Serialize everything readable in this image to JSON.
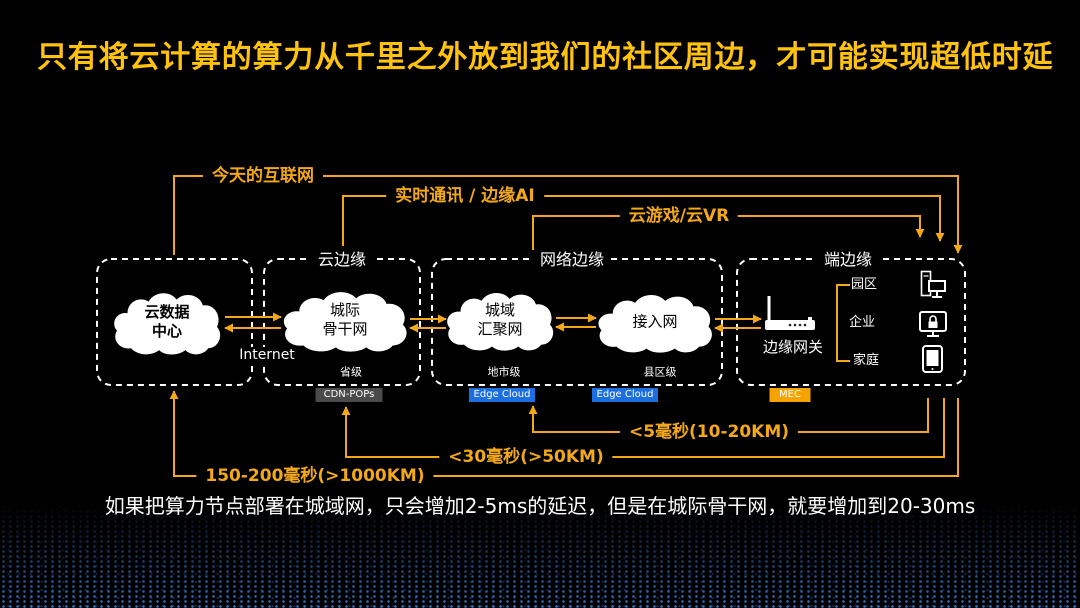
{
  "theme": {
    "title": "#ffc20e",
    "accent": "#f2a818",
    "background": "#000000",
    "text": "#ffffff",
    "cloud_text": "#000000"
  },
  "slide": {
    "title": "只有将云计算的算力从千里之外放到我们的社区周边，才可能实现超低时延",
    "footnote": "如果把算力节点部署在城域网，只会增加2-5ms的延迟，但是在城际骨干网，就要增加到20-30ms"
  },
  "diagram": {
    "zones": {
      "cloud_edge": {
        "label": "云边缘"
      },
      "network_edge": {
        "label": "网络边缘"
      },
      "device_edge": {
        "label": "端边缘"
      }
    },
    "clouds": [
      {
        "lines": [
          "云数据",
          "中心"
        ]
      },
      {
        "lines": [
          "城际",
          "骨干网"
        ]
      },
      {
        "lines": [
          "城域",
          "汇聚网"
        ]
      },
      {
        "lines": [
          "接入网"
        ]
      }
    ],
    "internet_label": "Internet",
    "levels": [
      "省级",
      "地市级",
      "县区级"
    ],
    "badges": [
      {
        "text": "CDN-POPs",
        "color": "#4a4a4a"
      },
      {
        "text": "Edge Cloud",
        "color": "#1d6fe0"
      },
      {
        "text": "Edge Cloud",
        "color": "#1d6fe0"
      },
      {
        "text": "MEC",
        "color": "#f5a300"
      }
    ],
    "gateway": {
      "label": "边缘网关",
      "icon": "router-icon"
    },
    "endpoints": [
      {
        "label": "园区",
        "icon": "computer-icon"
      },
      {
        "label": "企业",
        "icon": "lock-monitor-icon"
      },
      {
        "label": "家庭",
        "icon": "phone-icon"
      }
    ],
    "service_paths": [
      {
        "label": "今天的互联网"
      },
      {
        "label": "实时通讯 / 边缘AI"
      },
      {
        "label": "云游戏/云VR"
      }
    ],
    "latency_paths": [
      {
        "label": "<5毫秒(10-20KM)"
      },
      {
        "label": "<30毫秒(>50KM)"
      },
      {
        "label": "150-200毫秒(>1000KM)"
      }
    ]
  }
}
